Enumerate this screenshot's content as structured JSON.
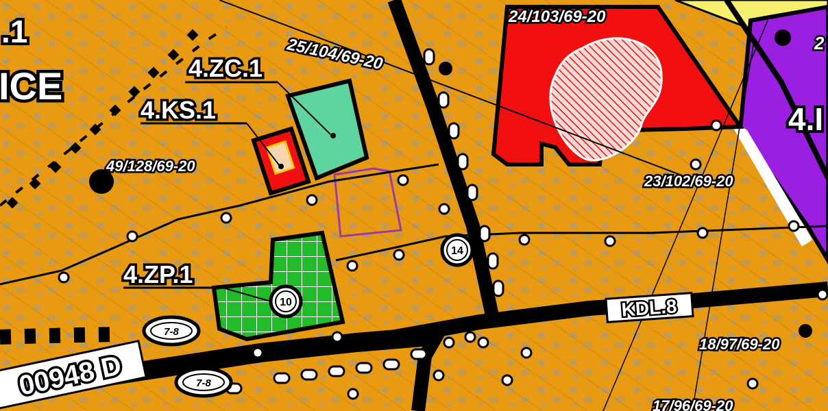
{
  "colors": {
    "background": "#e89a12",
    "residential": "#e89a12",
    "parcel_red": "#f20f0f",
    "parcel_purple": "#9b1fe0",
    "parcel_yellow": "#f5f06e",
    "greenery_zc": "#5fd4a0",
    "greenery_zp": "#22bb2a",
    "road": "#000000",
    "highlight_outline": "#9b3aa8",
    "buildings": "#9a9a9a"
  },
  "zone_labels": {
    "zc": "4.ZC.1",
    "ks": "4.KS.1",
    "zp": "4.ZP.1",
    "left_top": ".1",
    "left_mid": "ICE",
    "right_edge": "4.I"
  },
  "parcel_codes": {
    "p1": "25/104/69-20",
    "p2": "24/103/69-20",
    "p3": "49/128/69-20",
    "p4": "23/102/69-20",
    "p5": "18/97/69-20",
    "p6": "17/96/69-20",
    "p7": "2"
  },
  "road_labels": {
    "kdl": "KDL.8",
    "road_bottom": "00948 D"
  },
  "circle_numbers": {
    "c14": "14",
    "c10": "10",
    "c78a": "7-8",
    "c78b": "7-8"
  },
  "icons": [
    "utility-marker-icon",
    "circle-marker-icon",
    "boundary-marker-icon"
  ]
}
